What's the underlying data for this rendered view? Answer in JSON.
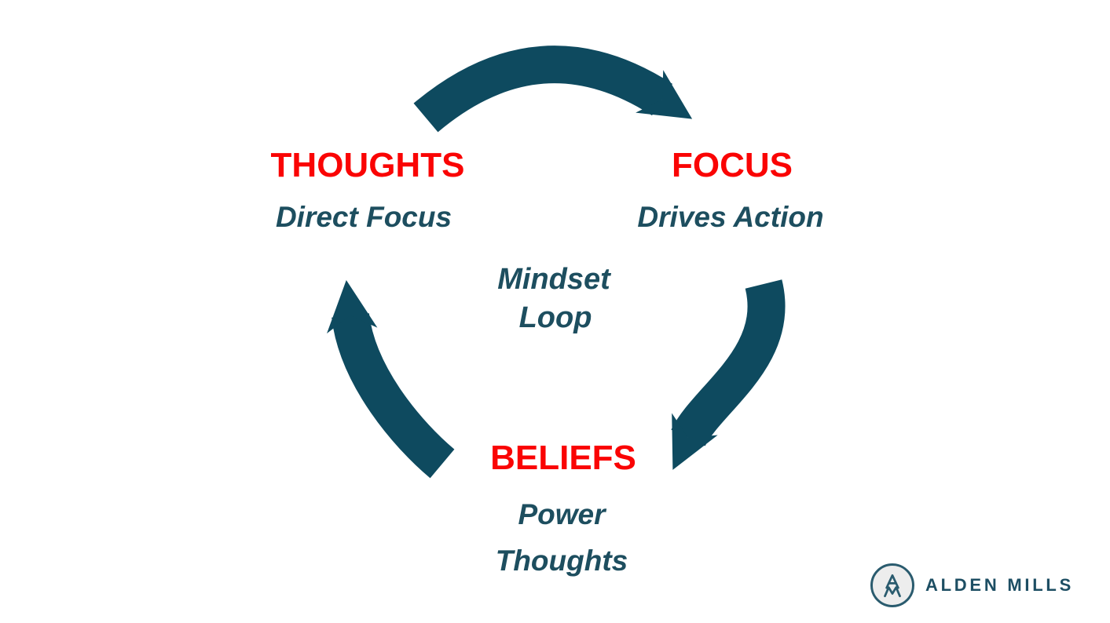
{
  "slide": {
    "center_label": {
      "line1": "Mindset",
      "line2": "Loop"
    },
    "nodes": {
      "thoughts": {
        "title": "THOUGHTS",
        "subtitle": "Direct Focus"
      },
      "focus": {
        "title": "FOCUS",
        "subtitle": "Drives Action"
      },
      "beliefs": {
        "title": "BELIEFS",
        "subtitle_line1": "Power",
        "subtitle_line2": "Thoughts"
      }
    },
    "arrows": [
      {
        "name": "thoughts-to-focus"
      },
      {
        "name": "focus-to-beliefs"
      },
      {
        "name": "beliefs-to-thoughts"
      }
    ]
  },
  "logo": {
    "brand": "ALDEN MILLS",
    "monogram": "AM"
  },
  "colors": {
    "title_red": "#fa0404",
    "body_teal": "#1d4e5f",
    "arrow_teal": "#0e4a5f",
    "logo_teal": "#1d4e63",
    "logo_ring": "#2a5b6e",
    "logo_circle_fill": "#ededed",
    "background": "#ffffff"
  }
}
